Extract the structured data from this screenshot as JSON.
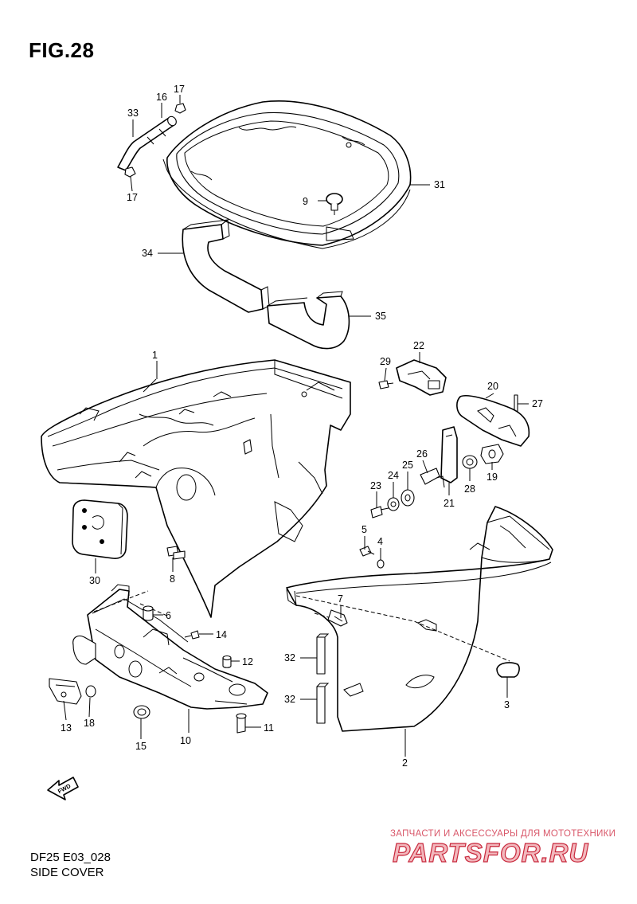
{
  "figure": {
    "title": "FIG.28",
    "model_code": "DF25 E03_028",
    "name": "SIDE COVER",
    "direction_label": "FWD"
  },
  "parts": [
    {
      "ref": "1"
    },
    {
      "ref": "2"
    },
    {
      "ref": "3"
    },
    {
      "ref": "4"
    },
    {
      "ref": "5"
    },
    {
      "ref": "6"
    },
    {
      "ref": "7"
    },
    {
      "ref": "8"
    },
    {
      "ref": "9"
    },
    {
      "ref": "10"
    },
    {
      "ref": "11"
    },
    {
      "ref": "12"
    },
    {
      "ref": "13"
    },
    {
      "ref": "14"
    },
    {
      "ref": "15"
    },
    {
      "ref": "16"
    },
    {
      "ref": "17"
    },
    {
      "ref": "17"
    },
    {
      "ref": "18"
    },
    {
      "ref": "19"
    },
    {
      "ref": "20"
    },
    {
      "ref": "21"
    },
    {
      "ref": "22"
    },
    {
      "ref": "23"
    },
    {
      "ref": "24"
    },
    {
      "ref": "25"
    },
    {
      "ref": "26"
    },
    {
      "ref": "27"
    },
    {
      "ref": "28"
    },
    {
      "ref": "29"
    },
    {
      "ref": "30"
    },
    {
      "ref": "31"
    },
    {
      "ref": "32"
    },
    {
      "ref": "32"
    },
    {
      "ref": "33"
    },
    {
      "ref": "34"
    },
    {
      "ref": "35"
    }
  ],
  "watermark": {
    "tagline": "ЗАПЧАСТИ И АКСЕССУАРЫ ДЛЯ МОТОТЕХНИКИ",
    "logo": "PARTSFOR.RU"
  },
  "colors": {
    "line": "#000000",
    "background": "#ffffff",
    "watermark_red": "#c8283c",
    "watermark_fill": "#f2b8bd"
  }
}
